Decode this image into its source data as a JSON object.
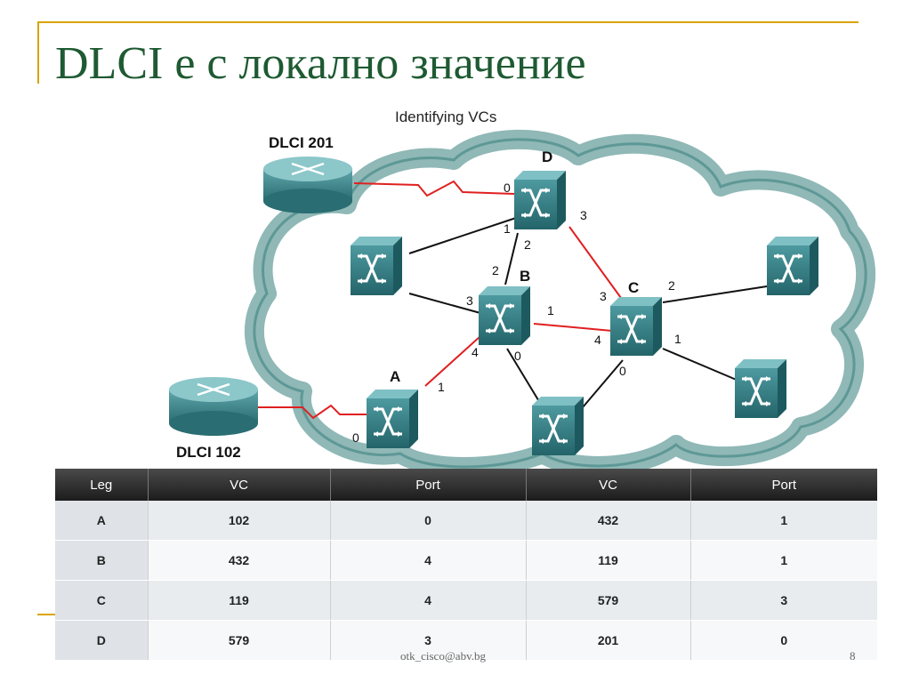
{
  "slide": {
    "title": "DLCI е с локално значение",
    "footer_email": "otk_cisco@abv.bg",
    "page_number": "8"
  },
  "diagram": {
    "title": "Identifying VCs",
    "router_top_label": "DLCI 201",
    "router_bottom_label": "DLCI 102",
    "switches": {
      "D": "D",
      "B": "B",
      "C": "C",
      "A": "A"
    },
    "ports": {
      "d0": "0",
      "d1": "1",
      "d2": "2",
      "d3": "3",
      "b2": "2",
      "b3": "3",
      "b1": "1",
      "b4": "4",
      "b0": "0",
      "c3": "3",
      "c2": "2",
      "c4": "4",
      "c1": "1",
      "c0": "0",
      "a1": "1",
      "a0": "0"
    },
    "colors": {
      "cloud": "#8fb8b6",
      "switch": "#2f7e84",
      "vc_path": "#e02020",
      "link": "#111111"
    }
  },
  "table": {
    "headers": [
      "Leg",
      "VC",
      "Port",
      "VC",
      "Port"
    ],
    "rows": [
      [
        "A",
        "102",
        "0",
        "432",
        "1"
      ],
      [
        "B",
        "432",
        "4",
        "119",
        "1"
      ],
      [
        "C",
        "119",
        "4",
        "579",
        "3"
      ],
      [
        "D",
        "579",
        "3",
        "201",
        "0"
      ]
    ]
  }
}
